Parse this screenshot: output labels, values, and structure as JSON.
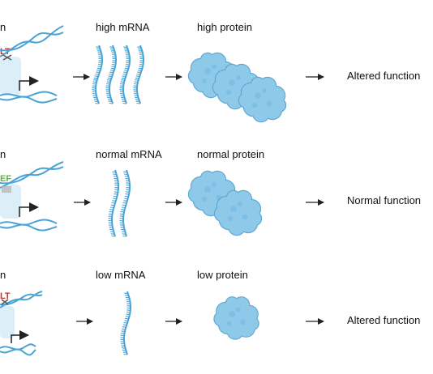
{
  "colors": {
    "dna": "#4aa3d6",
    "protein_fill": "#8ec9ea",
    "protein_stroke": "#5fa8d3",
    "protein_shade": "#6fb6e0",
    "arrow": "#222222",
    "alt_allele": "#d0312d",
    "ref_allele": "#5bb543"
  },
  "rows": [
    {
      "gene_label": "n",
      "allele": "LT",
      "allele_kind": "alt",
      "mrna_label": "high mRNA",
      "mrna_count": 4,
      "protein_label": "high protein",
      "protein_count": 3,
      "outcome": "Altered function"
    },
    {
      "gene_label": "n",
      "allele": "EF",
      "allele_kind": "ref",
      "mrna_label": "normal mRNA",
      "mrna_count": 2,
      "protein_label": "normal protein",
      "protein_count": 2,
      "outcome": "Normal function"
    },
    {
      "gene_label": "n",
      "allele": "LT",
      "allele_kind": "alt",
      "mrna_label": "low mRNA",
      "mrna_count": 1,
      "protein_label": "low protein",
      "protein_count": 1,
      "outcome": "Altered function"
    }
  ]
}
